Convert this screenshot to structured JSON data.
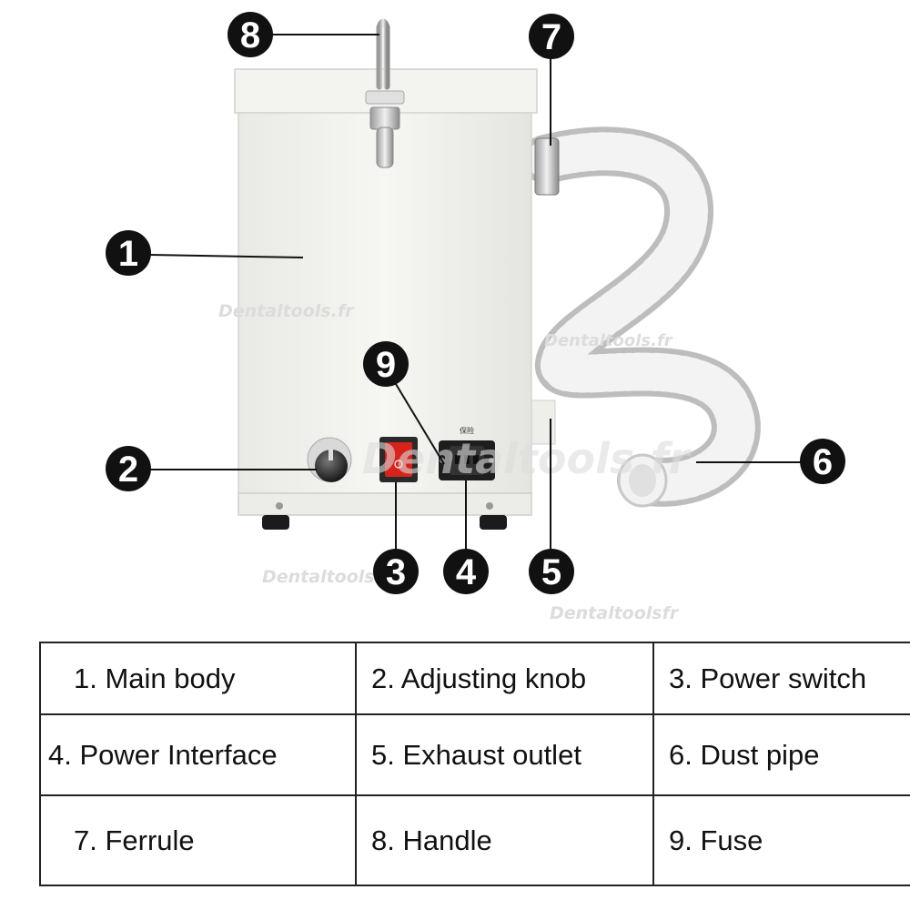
{
  "watermark": "Dentaltools.fr",
  "watermark_variant": "Dentaltoolsfr",
  "fuse_cn_label": "保险",
  "callouts": [
    "1",
    "2",
    "3",
    "4",
    "5",
    "6",
    "7",
    "8",
    "9"
  ],
  "legend": {
    "rows": [
      [
        "1. Main body",
        "2. Adjusting knob",
        "3. Power switch"
      ],
      [
        "4. Power Interface",
        "5. Exhaust outlet",
        "6. Dust pipe"
      ],
      [
        "7. Ferrule",
        "8. Handle",
        "9. Fuse"
      ]
    ]
  },
  "colors": {
    "body": "#f1f1ee",
    "callout": "#111111",
    "switch": "#d6241c",
    "pipe": "#e6e6e6"
  }
}
